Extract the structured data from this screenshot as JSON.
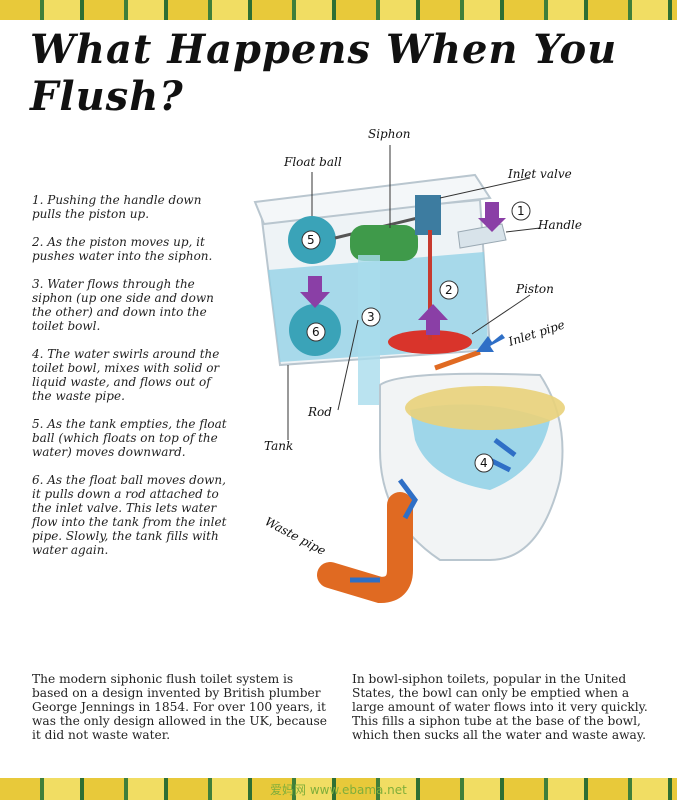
{
  "title": "What Happens When You Flush?",
  "steps": [
    "1. Pushing the handle down pulls the piston up.",
    "2. As the piston moves up, it pushes water into the siphon.",
    "3. Water flows through the siphon (up one side and down the other) and down into the toilet bowl.",
    "4. The water swirls around the toilet bowl, mixes with solid or liquid waste, and flows out of the waste pipe.",
    "5. As the tank empties, the float ball (which floats on top of the water) moves downward.",
    "6. As the float ball moves down, it pulls down a rod attached to the inlet valve. This lets water flow into the tank from the inlet pipe. Slowly, the tank fills with water again."
  ],
  "labels": {
    "siphon": "Siphon",
    "float_ball": "Float ball",
    "inlet_valve": "Inlet valve",
    "handle": "Handle",
    "piston": "Piston",
    "inlet_pipe": "Inlet pipe",
    "rod": "Rod",
    "tank": "Tank",
    "waste_pipe": "Waste pipe"
  },
  "numbers": [
    "1",
    "2",
    "3",
    "4",
    "5",
    "6"
  ],
  "paragraphs": [
    "The modern siphonic flush toilet system is based on a design invented by British plumber George Jennings in 1854. For over 100 years, it was the only design allowed in the UK, because it did not waste water.",
    "In bowl-siphon toilets, popular in the United States, the bowl can only be emptied when a large amount of water flows into it very quickly. This fills a siphon tube at the base of the bowl, which then sucks all the water and waste away."
  ],
  "watermark": "爱妈网 www.ebama.net",
  "colors": {
    "water": "#6fc3e0",
    "siphon": "#3f9a4a",
    "piston": "#d9342b",
    "pipe": "#e06a22",
    "seat": "#e9d27a",
    "arrow_purple": "#8a3fa6",
    "arrow_blue": "#2f6fc6"
  }
}
